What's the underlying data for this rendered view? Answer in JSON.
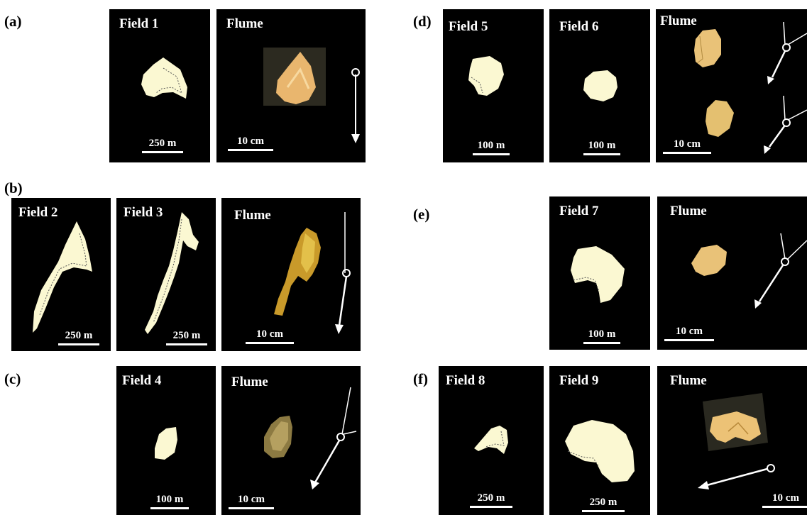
{
  "figure": {
    "rows": [
      {
        "label": "(a)",
        "panels": [
          {
            "title": "Field 1",
            "scale": "250 m",
            "kind": "field-shape"
          },
          {
            "title": "Flume",
            "scale": "10 cm",
            "kind": "flume-photo"
          }
        ]
      },
      {
        "label": "(b)",
        "panels": [
          {
            "title": "Field 2",
            "scale": "250 m",
            "kind": "field-shape"
          },
          {
            "title": "Field 3",
            "scale": "250 m",
            "kind": "field-shape"
          },
          {
            "title": "Flume",
            "scale": "10 cm",
            "kind": "flume-photo"
          }
        ]
      },
      {
        "label": "(c)",
        "panels": [
          {
            "title": "Field 4",
            "scale": "100 m",
            "kind": "field-shape"
          },
          {
            "title": "Flume",
            "scale": "10 cm",
            "kind": "flume-photo"
          }
        ]
      },
      {
        "label": "(d)",
        "panels": [
          {
            "title": "Field 5",
            "scale": "100 m",
            "kind": "field-shape"
          },
          {
            "title": "Field 6",
            "scale": "100 m",
            "kind": "field-shape"
          },
          {
            "title": "Flume",
            "scale": "10 cm",
            "kind": "flume-photo"
          }
        ]
      },
      {
        "label": "(e)",
        "panels": [
          {
            "title": "Field 7",
            "scale": "100 m",
            "kind": "field-shape"
          },
          {
            "title": "Flume",
            "scale": "10 cm",
            "kind": "flume-photo"
          }
        ]
      },
      {
        "label": "(f)",
        "panels": [
          {
            "title": "Field 8",
            "scale": "250 m",
            "kind": "field-shape"
          },
          {
            "title": "Field 9",
            "scale": "250 m",
            "kind": "field-shape"
          },
          {
            "title": "Flume",
            "scale": "10 cm",
            "kind": "flume-photo"
          }
        ]
      }
    ],
    "colors": {
      "panel_background": "#000000",
      "field_fill": "#fbf8d2",
      "flume_sand": "#e8b46a",
      "flume_sand_dark": "#c99a2a",
      "arrow": "#ffffff"
    }
  }
}
